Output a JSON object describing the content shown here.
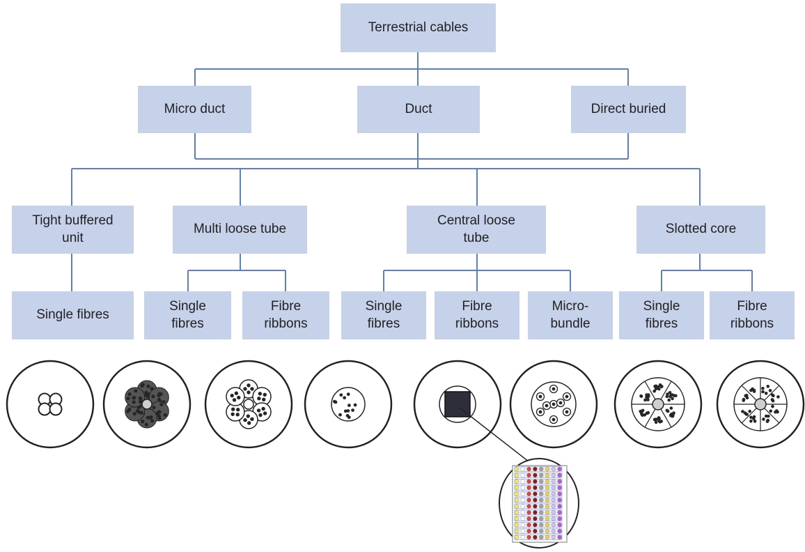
{
  "colors": {
    "node_fill": "#c6d1ea",
    "connector": "#5a80be",
    "text": "#222222",
    "circle_stroke": "#222222",
    "fibre_dot": "#262626",
    "ribbon_square": "#2e2e3a"
  },
  "tree": {
    "root": {
      "label": "Terrestrial cables"
    },
    "installation": [
      {
        "label": "Micro duct"
      },
      {
        "label": "Duct"
      },
      {
        "label": "Direct buried"
      }
    ],
    "construction": [
      {
        "label": "Tight buffered\nunit"
      },
      {
        "label": "Multi loose tube"
      },
      {
        "label": "Central loose\ntube"
      },
      {
        "label": "Slotted core"
      }
    ],
    "fibre_types": [
      {
        "label": "Single fibres"
      },
      {
        "label": "Single\nfibres"
      },
      {
        "label": "Fibre\nribbons"
      },
      {
        "label": "Single\nfibres"
      },
      {
        "label": "Fibre\nribbons"
      },
      {
        "label": "Micro-\nbundle"
      },
      {
        "label": "Single\nfibres"
      },
      {
        "label": "Fibre\nribbons"
      }
    ]
  },
  "cross_sections": [
    {
      "name": "tight-buffered-unit-cross-section"
    },
    {
      "name": "multi-loose-tube-single-fibres-cross-section"
    },
    {
      "name": "multi-loose-tube-fibre-ribbons-cross-section"
    },
    {
      "name": "central-loose-tube-single-fibres-cross-section"
    },
    {
      "name": "central-loose-tube-fibre-ribbons-cross-section"
    },
    {
      "name": "central-loose-tube-micro-bundle-cross-section"
    },
    {
      "name": "slotted-core-single-fibres-cross-section"
    },
    {
      "name": "slotted-core-fibre-ribbons-cross-section"
    }
  ],
  "ribbon_detail": {
    "name": "fibre-ribbon-stack-detail",
    "fibre_colors": [
      "#f2ea5c",
      "#ffffff",
      "#d9463f",
      "#8b1a1a",
      "#a2a2a2",
      "#f0d14a",
      "#cfc3f0",
      "#b65ad6"
    ]
  }
}
